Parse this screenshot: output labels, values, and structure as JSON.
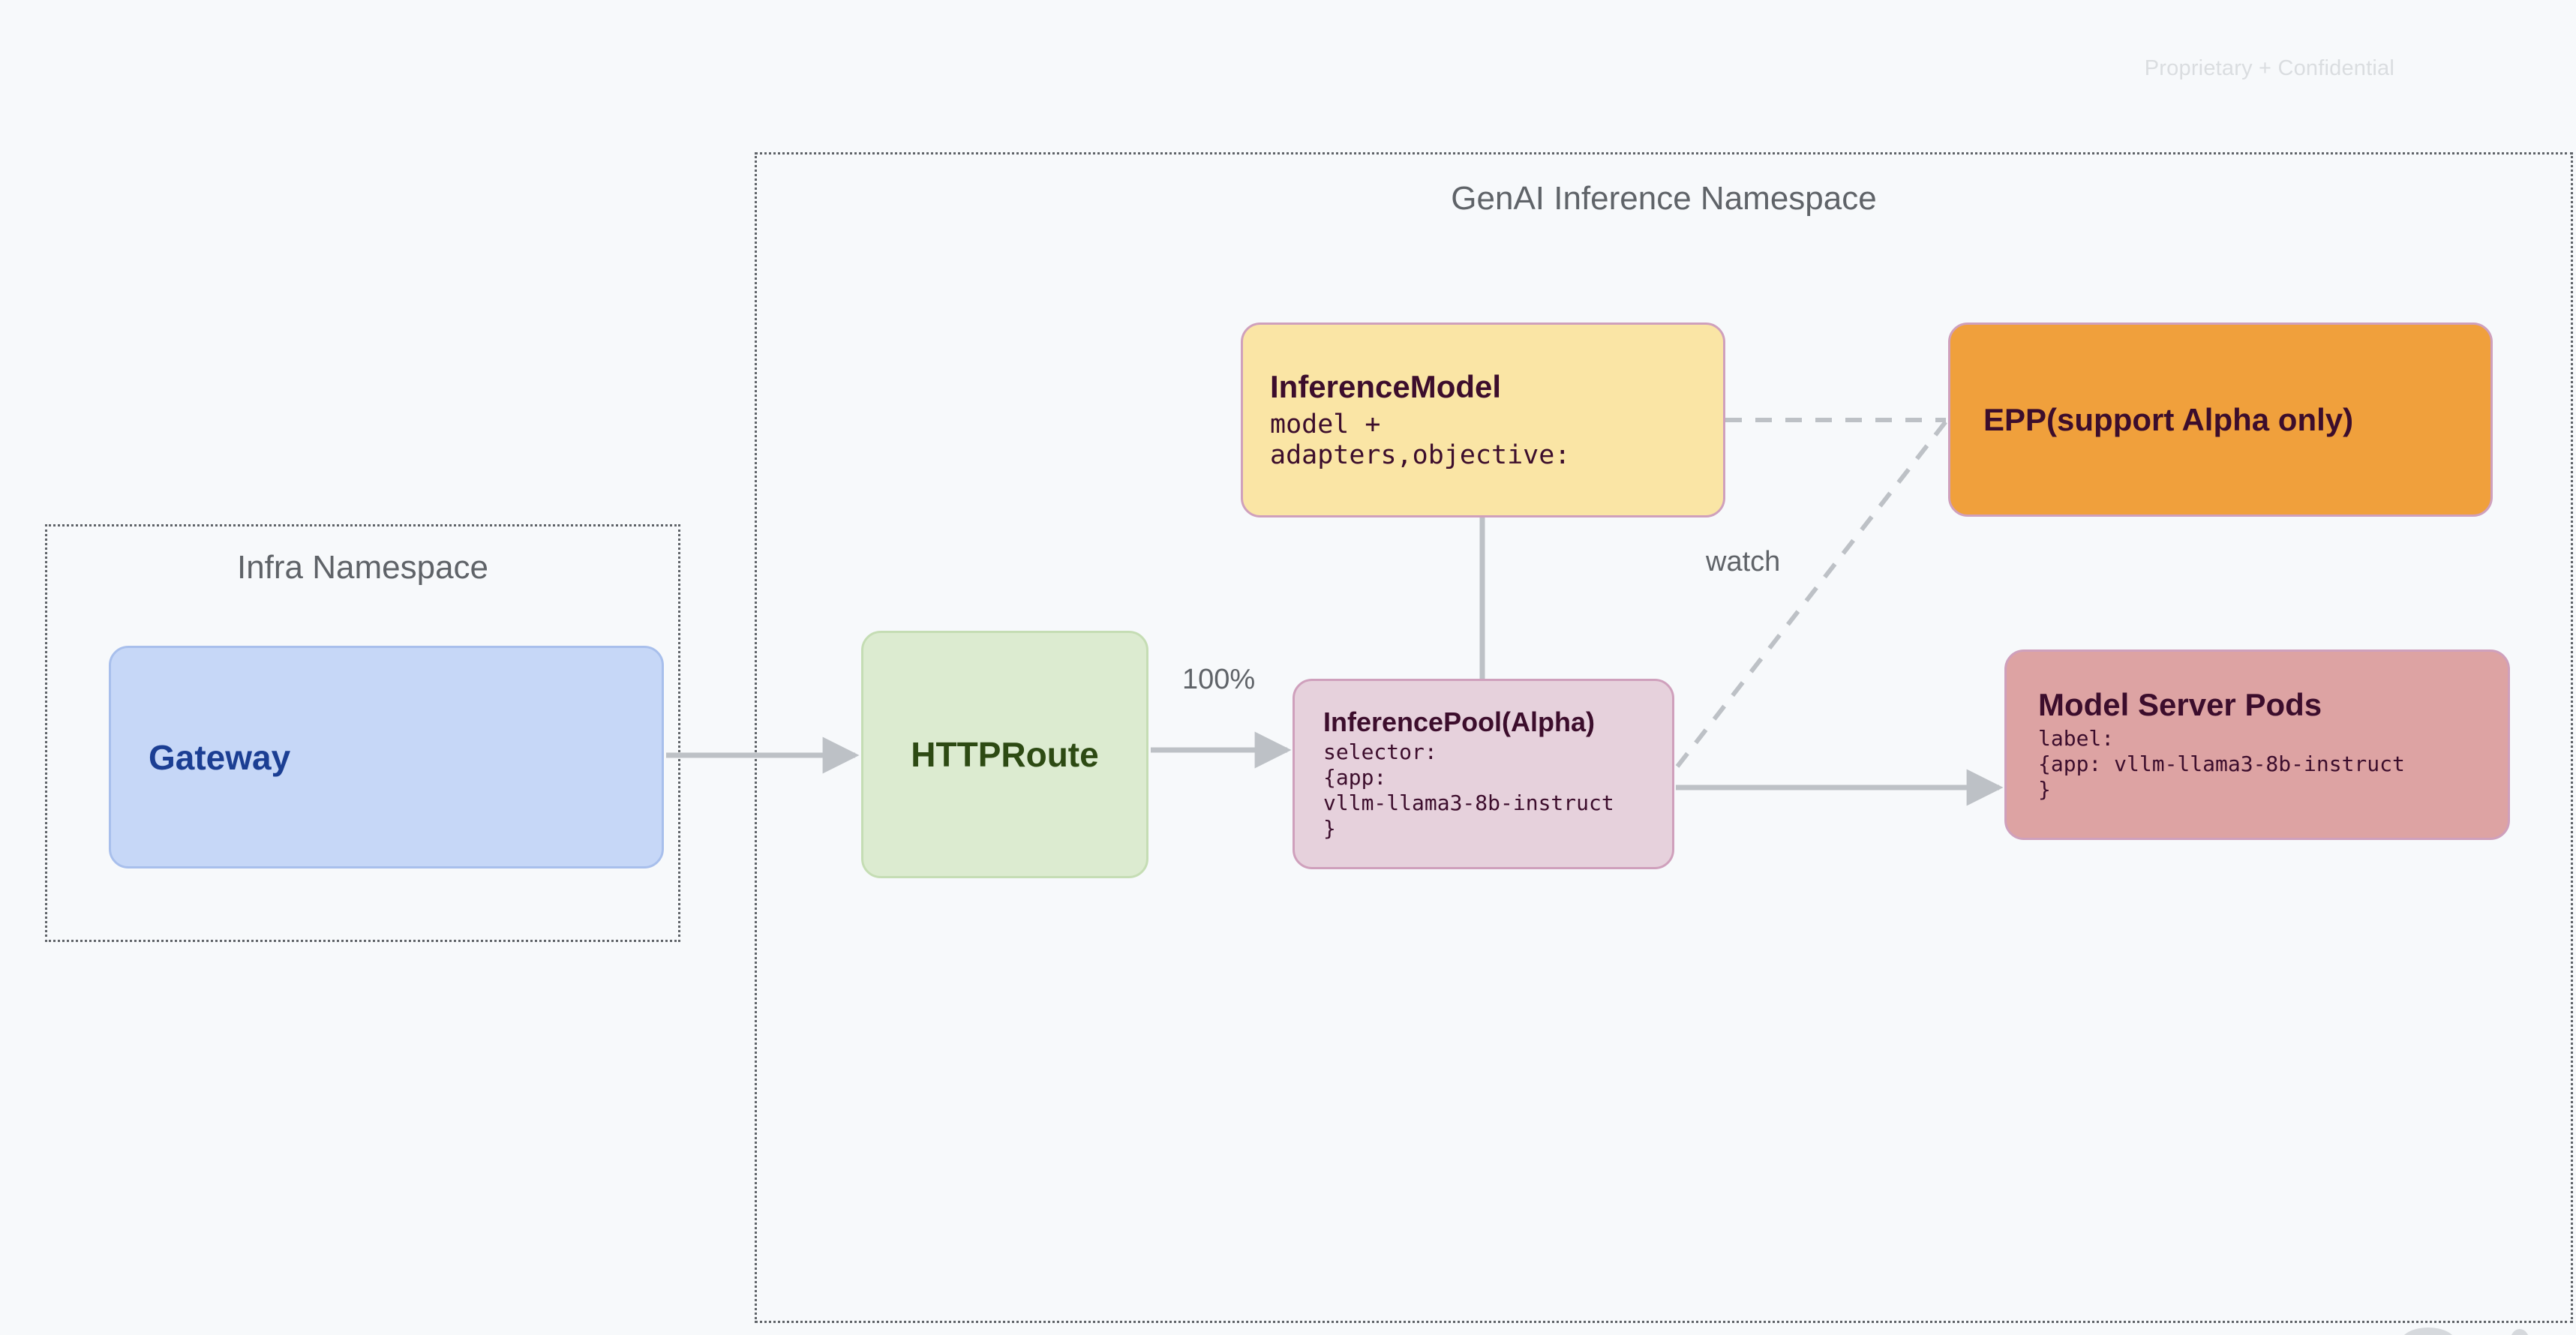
{
  "page": {
    "confidential_notice": "Proprietary + Confidential"
  },
  "namespaces": [
    {
      "id": "genai",
      "title": "GenAI Inference Namespace"
    },
    {
      "id": "infra",
      "title": "Infra Namespace"
    }
  ],
  "nodes": {
    "gateway": {
      "title": "Gateway",
      "fill": "#C6D7F7",
      "border": "#A8BFEC",
      "text_color": "#1B3E93"
    },
    "httproute": {
      "title": "HTTPRoute",
      "fill": "#DCEBD0",
      "border": "#C5DDB4",
      "text_color": "#2D4A13"
    },
    "inferencemodel": {
      "title": "InferenceModel",
      "body": "model +\nadapters,objective:",
      "fill": "#FAE5A5",
      "border": "#CFA0BC",
      "text_color": "#3C0D2C"
    },
    "inferencepool": {
      "title": "InferencePool(Alpha)",
      "body": "selector:\n{app:\nvllm-llama3-8b-instruct\n}",
      "fill": "#E6D1DC",
      "border": "#CFA0BC",
      "text_color": "#3C0D2C"
    },
    "epp": {
      "title": "EPP(support Alpha only)",
      "fill": "#F0A03C",
      "border": "#CFA0BC",
      "text_color": "#3C0D2C"
    },
    "modelserverpods": {
      "title": "Model Server Pods",
      "body": "label:\n{app: vllm-llama3-8b-instruct\n}",
      "fill": "#DDA3A3",
      "border": "#CFA0BC",
      "text_color": "#3C0D2C"
    }
  },
  "edges": [
    {
      "id": "gateway-to-httproute",
      "from": "gateway",
      "to": "httproute",
      "style": "solid-arrow",
      "label": ""
    },
    {
      "id": "httproute-to-inferencepool",
      "from": "httproute",
      "to": "inferencepool",
      "style": "solid-arrow",
      "label": "100%"
    },
    {
      "id": "inferencemodel-to-inferencepool",
      "from": "inferencemodel",
      "to": "inferencepool",
      "style": "solid-plain",
      "label": ""
    },
    {
      "id": "inferencemodel-to-epp",
      "from": "inferencemodel",
      "to": "epp",
      "style": "dashed",
      "label": ""
    },
    {
      "id": "inferencepool-to-epp",
      "from": "inferencepool",
      "to": "epp",
      "style": "dashed",
      "label": "watch"
    },
    {
      "id": "inferencepool-to-modelserverpods",
      "from": "inferencepool",
      "to": "modelserverpods",
      "style": "solid-arrow",
      "label": ""
    }
  ],
  "edge_labels": {
    "traffic_weight": "100%",
    "watch": "watch"
  },
  "colors": {
    "background": "#F7F9FB",
    "namespace_border": "#5F6368",
    "namespace_title": "#5F6368",
    "connector": "#BDC1C6",
    "confidential_text": "#DADDE0"
  }
}
